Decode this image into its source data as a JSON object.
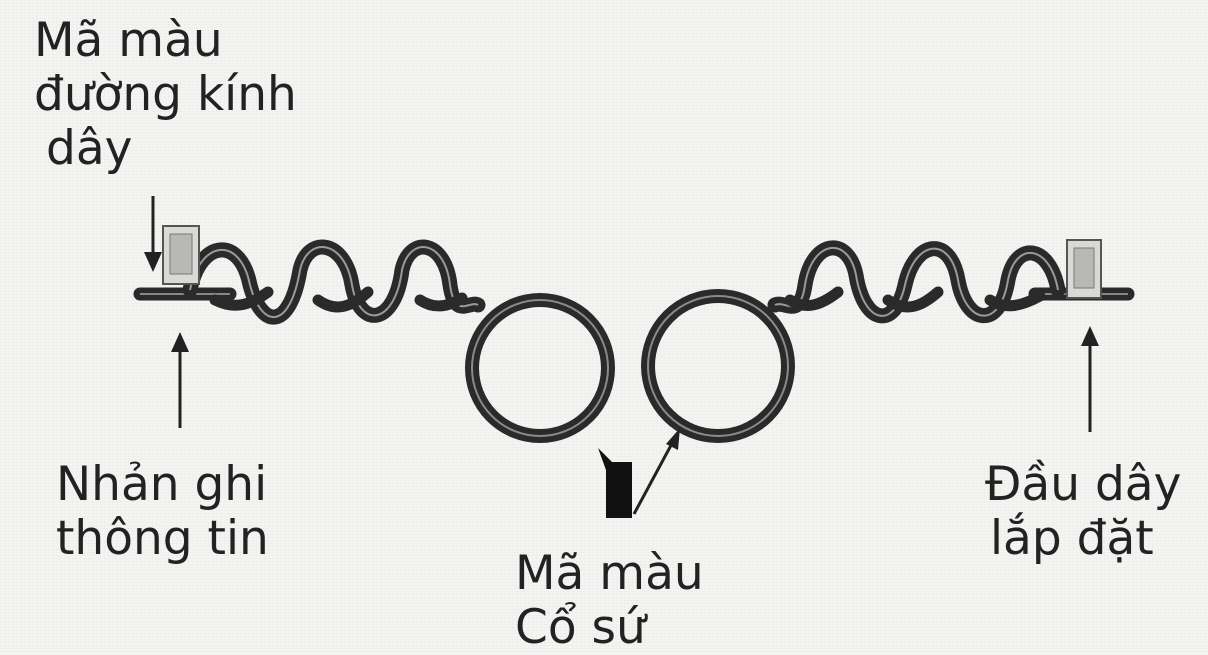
{
  "labels": {
    "diameter_code": {
      "line1": "Mã màu",
      "line2": "đường kính",
      "line3": "dây"
    },
    "info_tag": {
      "line1": "Nhản ghi",
      "line2": "thông tin"
    },
    "install_terminal": {
      "line1": "Đầu dây",
      "line2": "lắp đặt"
    },
    "insulator_code": {
      "line1": "Mã màu",
      "line2": "Cổ sứ"
    }
  },
  "colors": {
    "wire": "#2a2a2a",
    "background": "#f4f4f2",
    "tag": "#d9d9d6"
  }
}
